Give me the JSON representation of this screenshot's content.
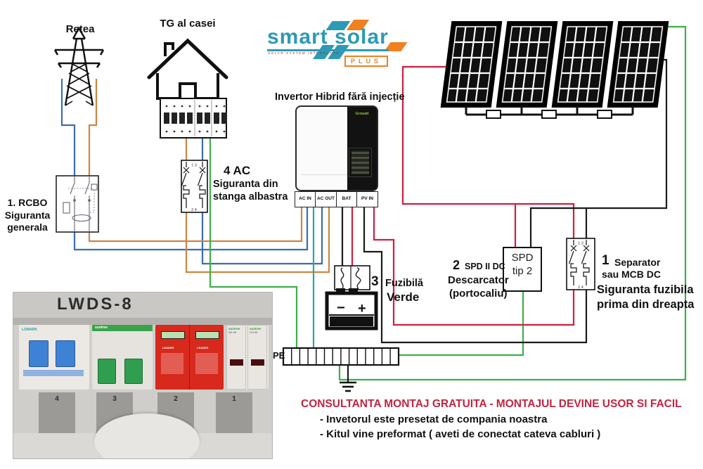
{
  "logo": {
    "name": "smart solar",
    "plus": "PLUS",
    "tagline": "SOLAR SYSTEM INTEGRATOR"
  },
  "labels": {
    "grid": "Retea",
    "house_board": "TG al casei",
    "inverter_title": "Invertor Hibrid fără injecție",
    "rcbo": "1. RCBO\nSiguranta\ngenerala",
    "ac4_title": "4 AC",
    "ac4_sub": "Siguranta din\nstanga albastra",
    "fuse_num": "3",
    "fuse_name": "Fuzibilă",
    "fuse_color": "Verde",
    "spd_num": "2",
    "spd_code": "SPD II DC",
    "spd_name": "Descarcator",
    "spd_note": "(portocaliu)",
    "spd_box": "SPD\ntip 2",
    "sep_num": "1",
    "sep_name": "Separator",
    "sep_alt": "sau MCB DC",
    "sep_sub": "Siguranta fuzibila\nprima din dreapta",
    "pe": "PE"
  },
  "inverter": {
    "ports": [
      "AC IN",
      "AC OUT",
      "BAT",
      "PV IN"
    ],
    "brand_mark": "Growatt"
  },
  "breaker": {
    "poles_top": "1    3",
    "poles_bottom": "2    4"
  },
  "battery": {
    "minus": "−",
    "plus": "+"
  },
  "photo": {
    "title": "LWDS-8",
    "slots": [
      "4",
      "3",
      "2",
      "1"
    ],
    "brand_left": "LOMARK",
    "brand_green": "suntree",
    "brand_spd": "LEADER",
    "brand_right1": "suntree",
    "model_right1": "SH 20",
    "brand_right2": "suntree",
    "model_right2": "CH 20"
  },
  "footer": {
    "headline": "CONSULTANTA MONTAJ GRATUITA - MONTAJUL DEVINE USOR SI FACIL",
    "bullet1": "- Invetorul este presetat de compania noastra",
    "bullet2": "- Kitul vine preformat ( aveti de conectat cateva cabluri )"
  },
  "colors": {
    "wire_blue": "#3a6db0",
    "wire_orange": "#cd8540",
    "wire_green": "#3fae49",
    "wire_teal": "#2aa89b",
    "wire_red": "#cf1f3f",
    "wire_black": "#1a1a1a",
    "headline_red": "#c22443",
    "logo_teal": "#2b9ab5",
    "logo_orange": "#f08020"
  }
}
